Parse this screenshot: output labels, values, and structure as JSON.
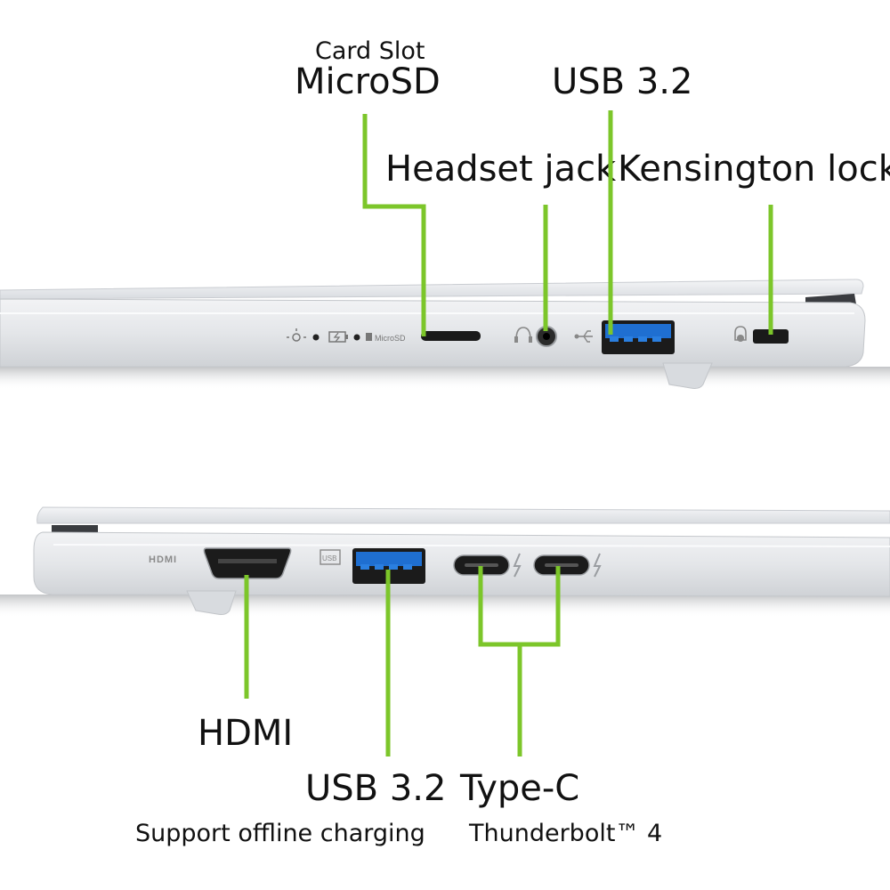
{
  "top_view": {
    "card_slot_caption": "Card Slot",
    "card_slot_title": "MicroSD",
    "usb_title": "USB 3.2",
    "headset_title": "Headset jack",
    "kensington_title": "Kensington lock",
    "chassis_microsd_text": "MicroSD"
  },
  "bottom_view": {
    "hdmi_title": "HDMI",
    "usb_title": "USB 3.2",
    "usb_subtitle": "Support offline charging",
    "typec_title": "Type-C",
    "typec_subtitle": "Thunderbolt™ 4",
    "chassis_hdmi_text": "HDMI",
    "chassis_usb_text": "USB"
  },
  "colors": {
    "callout_line": "#7cc62a",
    "chassis": "#e9ebee",
    "chassis_edge": "#c9ccd1",
    "usb_blue": "#1f6fd1",
    "port_black": "#1a1a1a"
  }
}
